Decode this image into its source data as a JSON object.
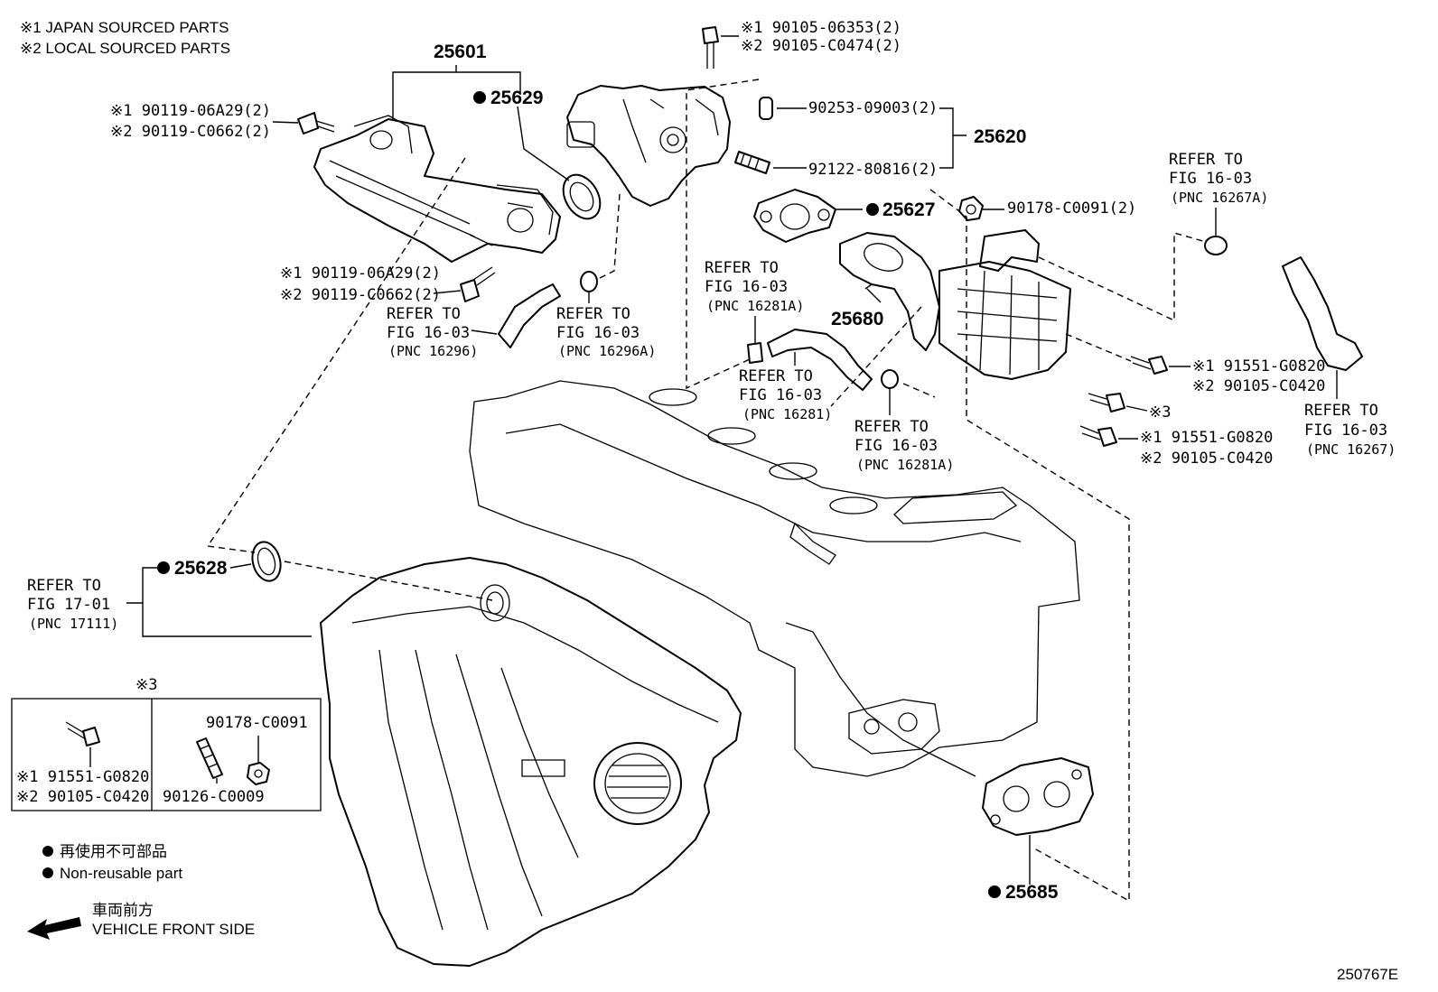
{
  "notes": {
    "japan": "※1 JAPAN SOURCED PARTS",
    "local": "※2 LOCAL SOURCED PARTS"
  },
  "parts": {
    "p25601": "25601",
    "p25629": "25629",
    "p25620": "25620",
    "p25627": "25627",
    "p25680": "25680",
    "p25628": "25628",
    "p25685": "25685",
    "bolt_top_1": "※1 90105-06353(2)",
    "bolt_top_2": "※2 90105-C0474(2)",
    "pin": "90253-09003(2)",
    "stud": "92122-80816(2)",
    "nut_right": "90178-C0091(2)",
    "bolt_ul_1": "※1 90119-06A29(2)",
    "bolt_ul_2": "※2 90119-C0662(2)",
    "bolt_ml_1": "※1 90119-06A29(2)",
    "bolt_ml_2": "※2 90119-C0662(2)",
    "bolt_r1_1": "※1 91551-G0820",
    "bolt_r1_2": "※2 90105-C0420",
    "bolt_r2": "※3",
    "bolt_r3_1": "※1 91551-G0820",
    "bolt_r3_2": "※2 90105-C0420"
  },
  "refers": {
    "r16296": [
      "REFER TO",
      "FIG 16-03",
      "(PNC 16296)"
    ],
    "r16296a": [
      "REFER TO",
      "FIG 16-03",
      "(PNC 16296A)"
    ],
    "r16281a_top": [
      "REFER TO",
      "FIG 16-03",
      "(PNC 16281A)"
    ],
    "r16281": [
      "REFER TO",
      "FIG 16-03",
      "(PNC 16281)"
    ],
    "r16281a_bot": [
      "REFER TO",
      "FIG 16-03",
      "(PNC 16281A)"
    ],
    "r16267a": [
      "REFER TO",
      "FIG 16-03",
      "(PNC 16267A)"
    ],
    "r16267": [
      "REFER TO",
      "FIG 16-03",
      "(PNC 16267)"
    ],
    "r17111": [
      "REFER TO",
      "FIG 17-01",
      "(PNC 17111)"
    ]
  },
  "inset": {
    "title": "※3",
    "bolt_1": "※1 91551-G0820",
    "bolt_2": "※2 90105-C0420",
    "nut": "90178-C0091",
    "stud": "90126-C0009"
  },
  "legend": {
    "nonreusable_jp": "再使用不可部品",
    "nonreusable_en": "Non-reusable part",
    "front_jp": "車両前方",
    "front_en": "VEHICLE FRONT SIDE"
  },
  "figure_id": "250767E"
}
